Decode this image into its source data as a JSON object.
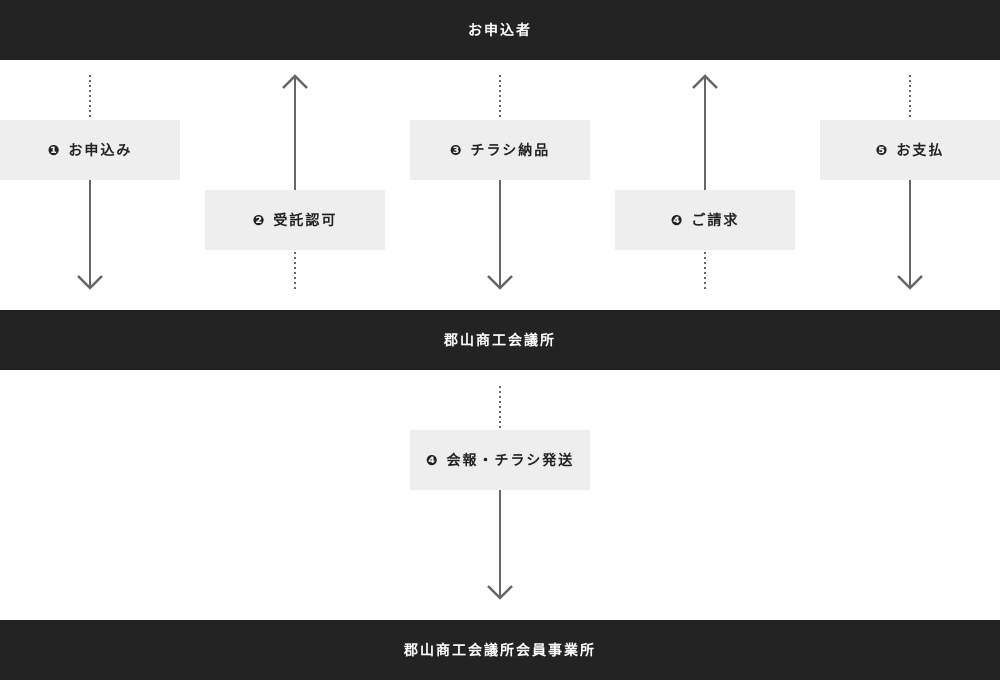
{
  "actors": {
    "applicant": "お申込者",
    "chamber": "郡山商工会議所",
    "members": "郡山商工会議所会員事業所"
  },
  "steps": [
    {
      "label": "❶ お申込み",
      "direction": "down"
    },
    {
      "label": "❷ 受託認可",
      "direction": "up"
    },
    {
      "label": "❸ チラシ納品",
      "direction": "down"
    },
    {
      "label": "❹ ご請求",
      "direction": "up"
    },
    {
      "label": "❺ お支払",
      "direction": "down"
    },
    {
      "label": "❹ 会報・チラシ発送",
      "direction": "down"
    }
  ],
  "colors": {
    "bar": "#232323",
    "box": "#eeeeee",
    "line": "#666666"
  }
}
